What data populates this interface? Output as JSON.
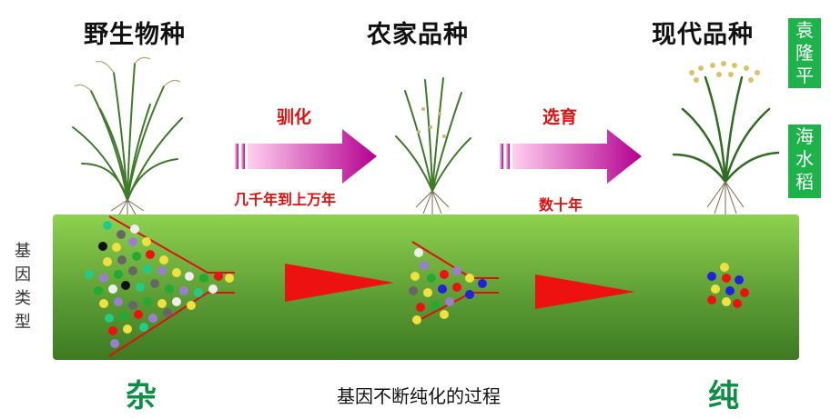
{
  "stages": [
    {
      "title": "野生物种"
    },
    {
      "title": "农家品种"
    },
    {
      "title": "现代品种"
    }
  ],
  "arrows": [
    {
      "label": "驯化",
      "duration": "几千年到上万年"
    },
    {
      "label": "选育",
      "duration": "数十年"
    }
  ],
  "side_tags": [
    "袁隆平",
    "海水稻"
  ],
  "gene_type_label": "基因类型",
  "ends": {
    "left": "杂",
    "right": "纯"
  },
  "caption": "基因不断纯化的过程",
  "colors": {
    "arrow_gradient_start": "#ffd0f0",
    "arrow_gradient_end": "#b40090",
    "panel_top": "#8fd14f",
    "panel_bottom": "#3d7a22",
    "funnel_line": "#e01010",
    "tag_green": "#1db34a"
  }
}
